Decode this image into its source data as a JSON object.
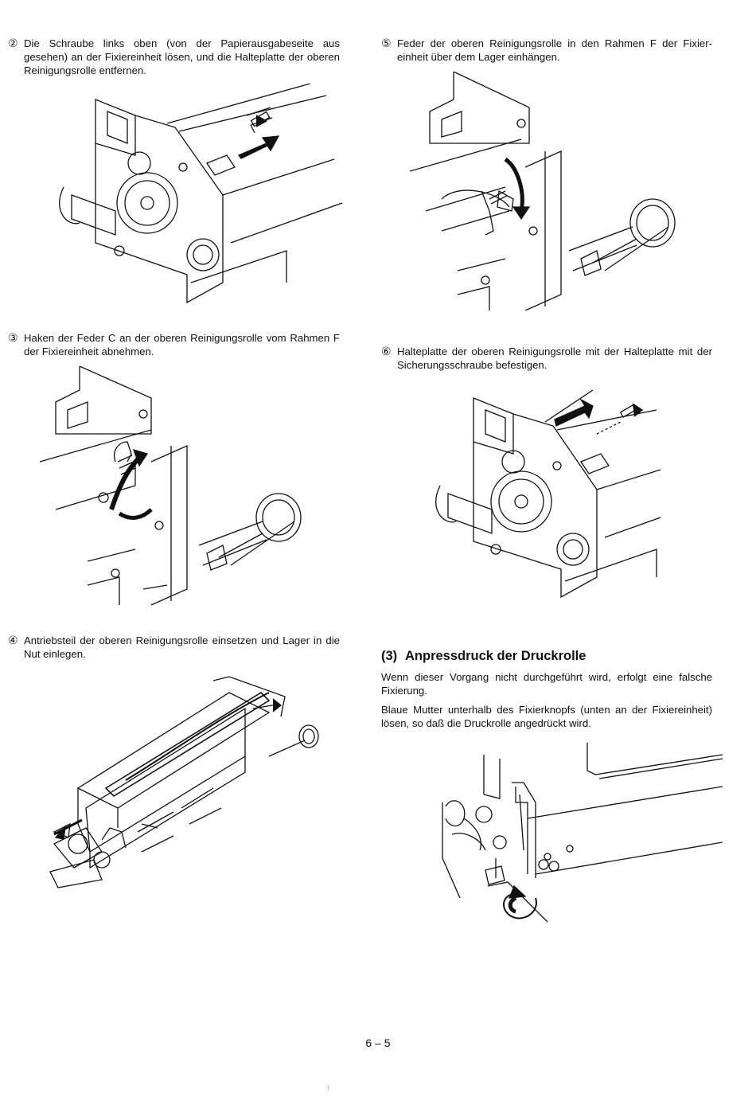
{
  "steps": [
    {
      "num": "②",
      "text": "Die Schraube links oben (von der Papierausgabeseite aus gesehen) an der Fixiereinheit lösen, und die Halteplatte der oberen Reinigungsrolle entfernen."
    },
    {
      "num": "③",
      "text": "Haken der Feder C an der oberen Reinigungsrolle vom Rahmen F der Fixiereinheit abnehmen."
    },
    {
      "num": "④",
      "text": "Antriebsteil der oberen Reinigungsrolle einsetzen und Lager in die Nut einlegen."
    },
    {
      "num": "⑤",
      "text": "Feder der oberen Reinigungsrolle in den Rahmen F der Fixier-einheit über dem Lager einhängen."
    },
    {
      "num": "⑥",
      "text": "Halteplatte der oberen Reinigungsrolle mit der Halteplatte mit der Sicherungsschraube befestigen."
    }
  ],
  "section": {
    "number": "(3)",
    "title": "Anpressdruck der Druckrolle",
    "paragraphs": [
      "Wenn dieser Vorgang nicht durchgeführt wird, erfolgt eine falsche Fixierung.",
      "Blaue Mutter unterhalb des Fixierknopfs (unten an der Fixiereinheit) lösen, so daß die Druckrolle angedrückt wird."
    ]
  },
  "page_number": "6 – 5",
  "footer_mark": "⁝"
}
